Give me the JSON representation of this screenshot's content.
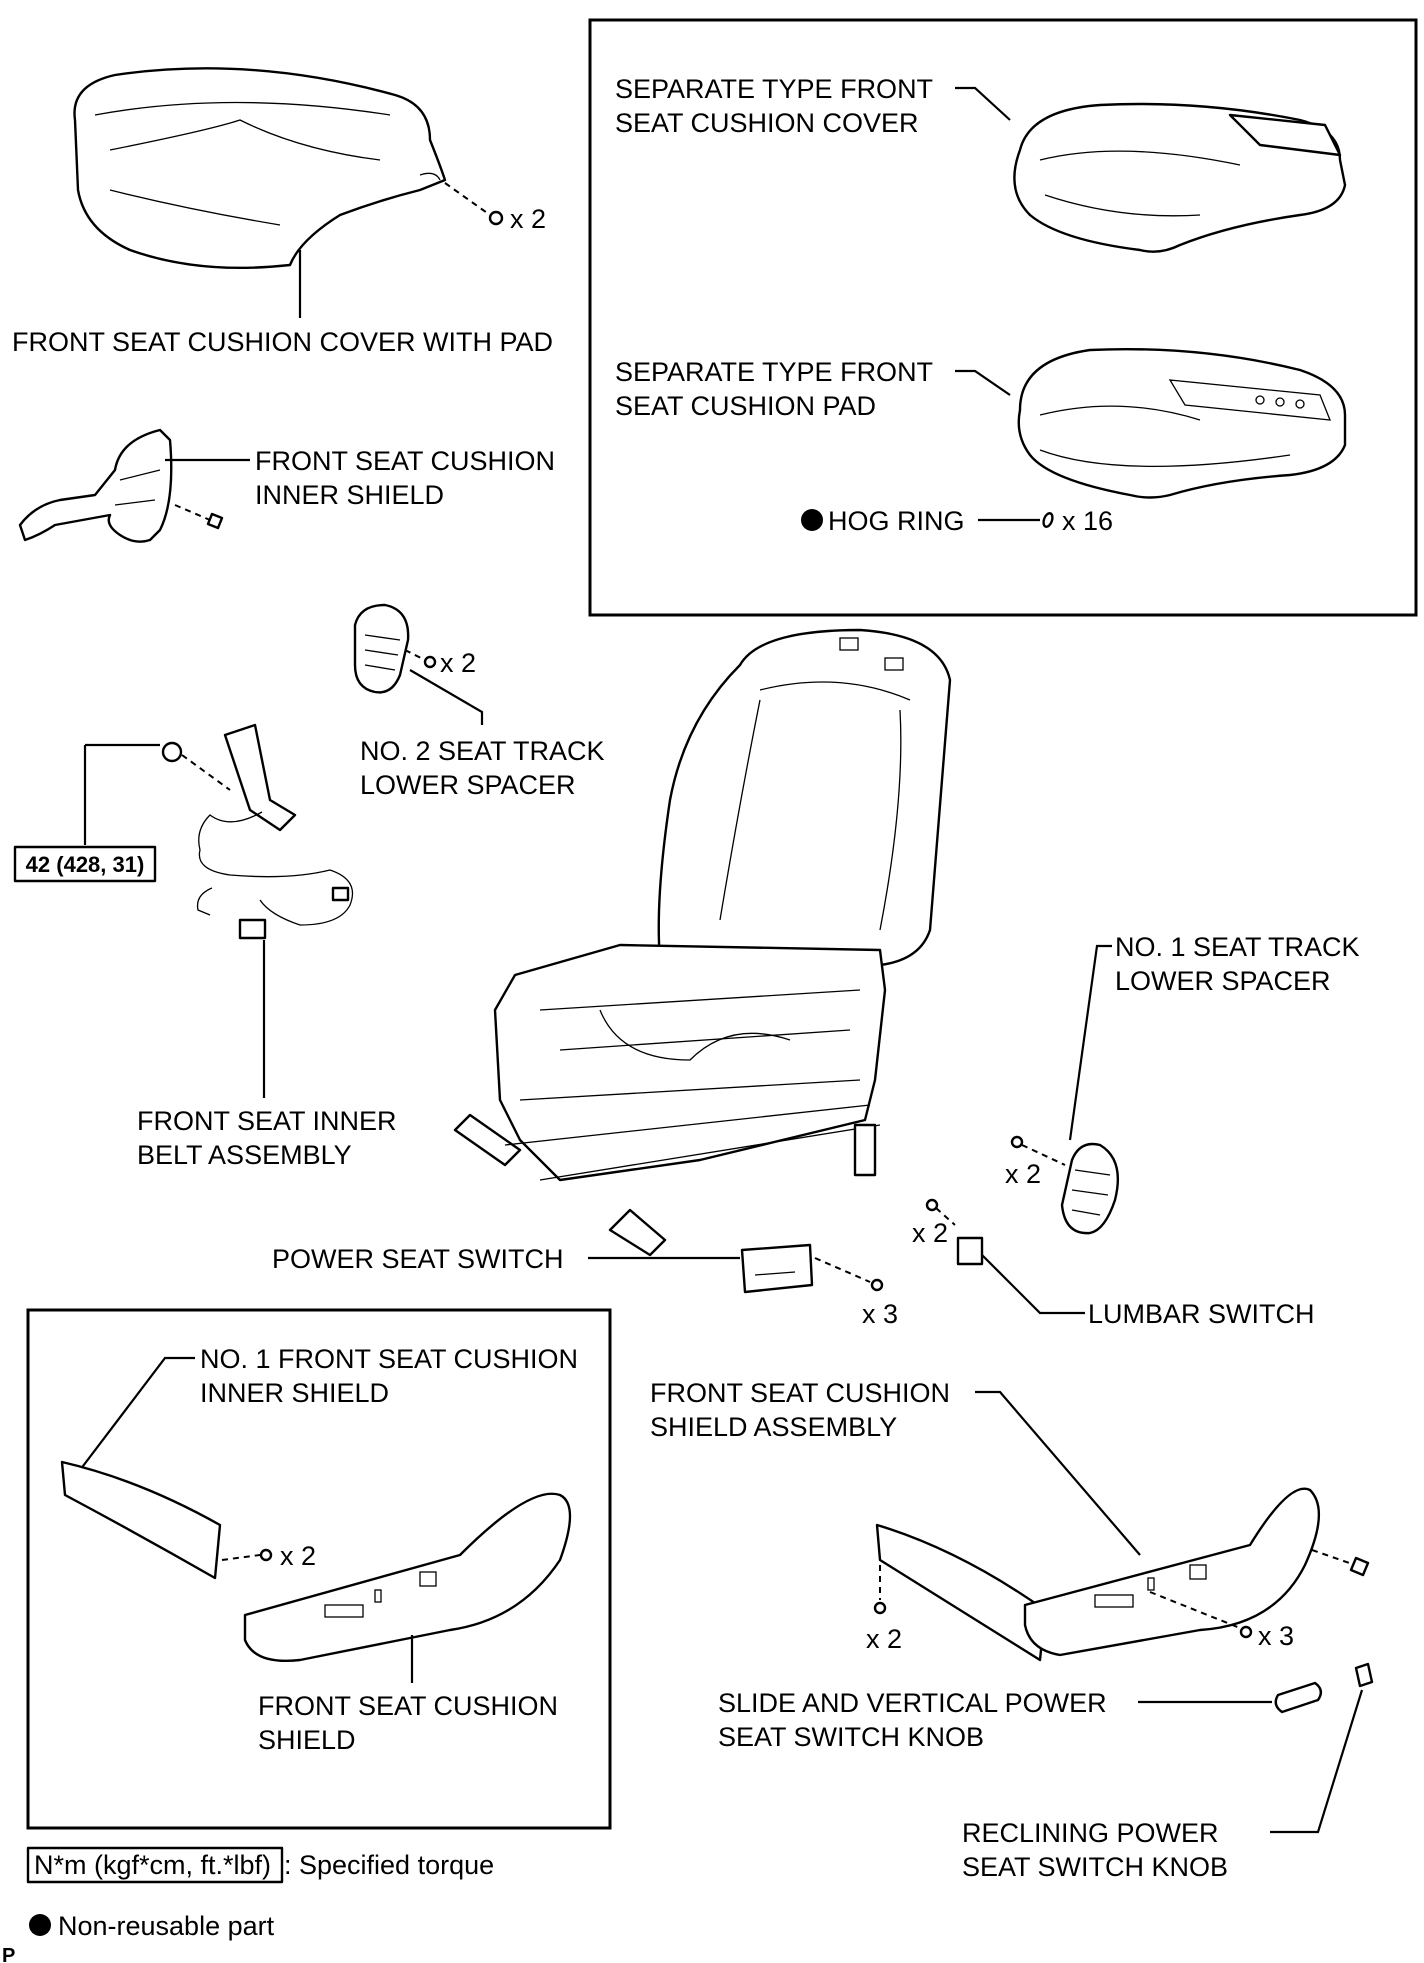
{
  "labels": {
    "cover_with_pad": "FRONT SEAT CUSHION COVER WITH PAD",
    "cover_with_pad_qty": "x 2",
    "sep_cover_1": "SEPARATE TYPE FRONT",
    "sep_cover_2": "SEAT CUSHION COVER",
    "sep_pad_1": "SEPARATE TYPE FRONT",
    "sep_pad_2": "SEAT CUSHION PAD",
    "hog_ring": "HOG RING",
    "hog_ring_qty": "x 16",
    "inner_shield_1": "FRONT SEAT CUSHION",
    "inner_shield_2": "INNER SHIELD",
    "no2_spacer_1": "NO. 2 SEAT TRACK",
    "no2_spacer_2": "LOWER SPACER",
    "no2_spacer_qty": "x 2",
    "torque_value": "42 (428, 31)",
    "belt_1": "FRONT SEAT INNER",
    "belt_2": "BELT ASSEMBLY",
    "no1_spacer_1": "NO. 1 SEAT TRACK",
    "no1_spacer_2": "LOWER SPACER",
    "no1_spacer_qty": "x 2",
    "power_switch": "POWER SEAT SWITCH",
    "power_switch_qty": "x 3",
    "lumbar_switch": "LUMBAR SWITCH",
    "lumbar_switch_qty": "x 2",
    "no1_inner_shield_1": "NO. 1 FRONT SEAT CUSHION",
    "no1_inner_shield_2": "INNER SHIELD",
    "no1_inner_shield_qty": "x 2",
    "shield_1": "FRONT SEAT CUSHION",
    "shield_2": "SHIELD",
    "shield_assy_1": "FRONT SEAT CUSHION",
    "shield_assy_2": "SHIELD ASSEMBLY",
    "shield_assy_qty_left": "x 2",
    "shield_assy_qty_right": "x 3",
    "slide_knob_1": "SLIDE AND VERTICAL POWER",
    "slide_knob_2": "SEAT SWITCH KNOB",
    "recline_knob_1": "RECLINING POWER",
    "recline_knob_2": "SEAT SWITCH KNOB"
  },
  "legend": {
    "torque_unit": "N*m (kgf*cm, ft.*lbf)",
    "torque_desc": ": Specified torque",
    "nonreusable": "Non-reusable part"
  },
  "corner_mark": "P"
}
